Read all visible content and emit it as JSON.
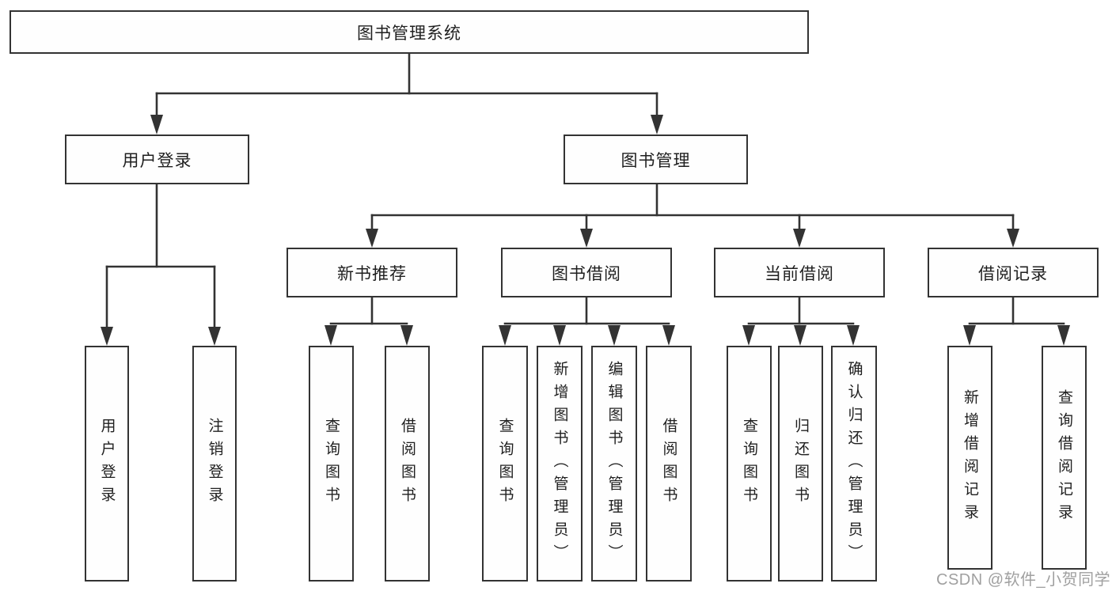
{
  "tree": {
    "root": {
      "label": "图书管理系统",
      "children": [
        {
          "label": "用户登录",
          "children": [
            {
              "label": "用户登录"
            },
            {
              "label": "注销登录"
            }
          ]
        },
        {
          "label": "图书管理",
          "children": [
            {
              "label": "新书推荐",
              "children": [
                {
                  "label": "查询图书"
                },
                {
                  "label": "借阅图书"
                }
              ]
            },
            {
              "label": "图书借阅",
              "children": [
                {
                  "label": "查询图书"
                },
                {
                  "label": "新增图书（管理员）"
                },
                {
                  "label": "编辑图书（管理员）"
                },
                {
                  "label": "借阅图书"
                }
              ]
            },
            {
              "label": "当前借阅",
              "children": [
                {
                  "label": "查询图书"
                },
                {
                  "label": "归还图书"
                },
                {
                  "label": "确认归还（管理员）"
                }
              ]
            },
            {
              "label": "借阅记录",
              "children": [
                {
                  "label": "新增借阅记录"
                },
                {
                  "label": "查询借阅记录"
                }
              ]
            }
          ]
        }
      ]
    }
  },
  "watermark": {
    "text": "CSDN @软件_小贺同学"
  },
  "colors": {
    "line": "#333333",
    "text": "#1f1f1f",
    "box-bg": "#fefefe",
    "watermark": "#a0a0a0"
  }
}
